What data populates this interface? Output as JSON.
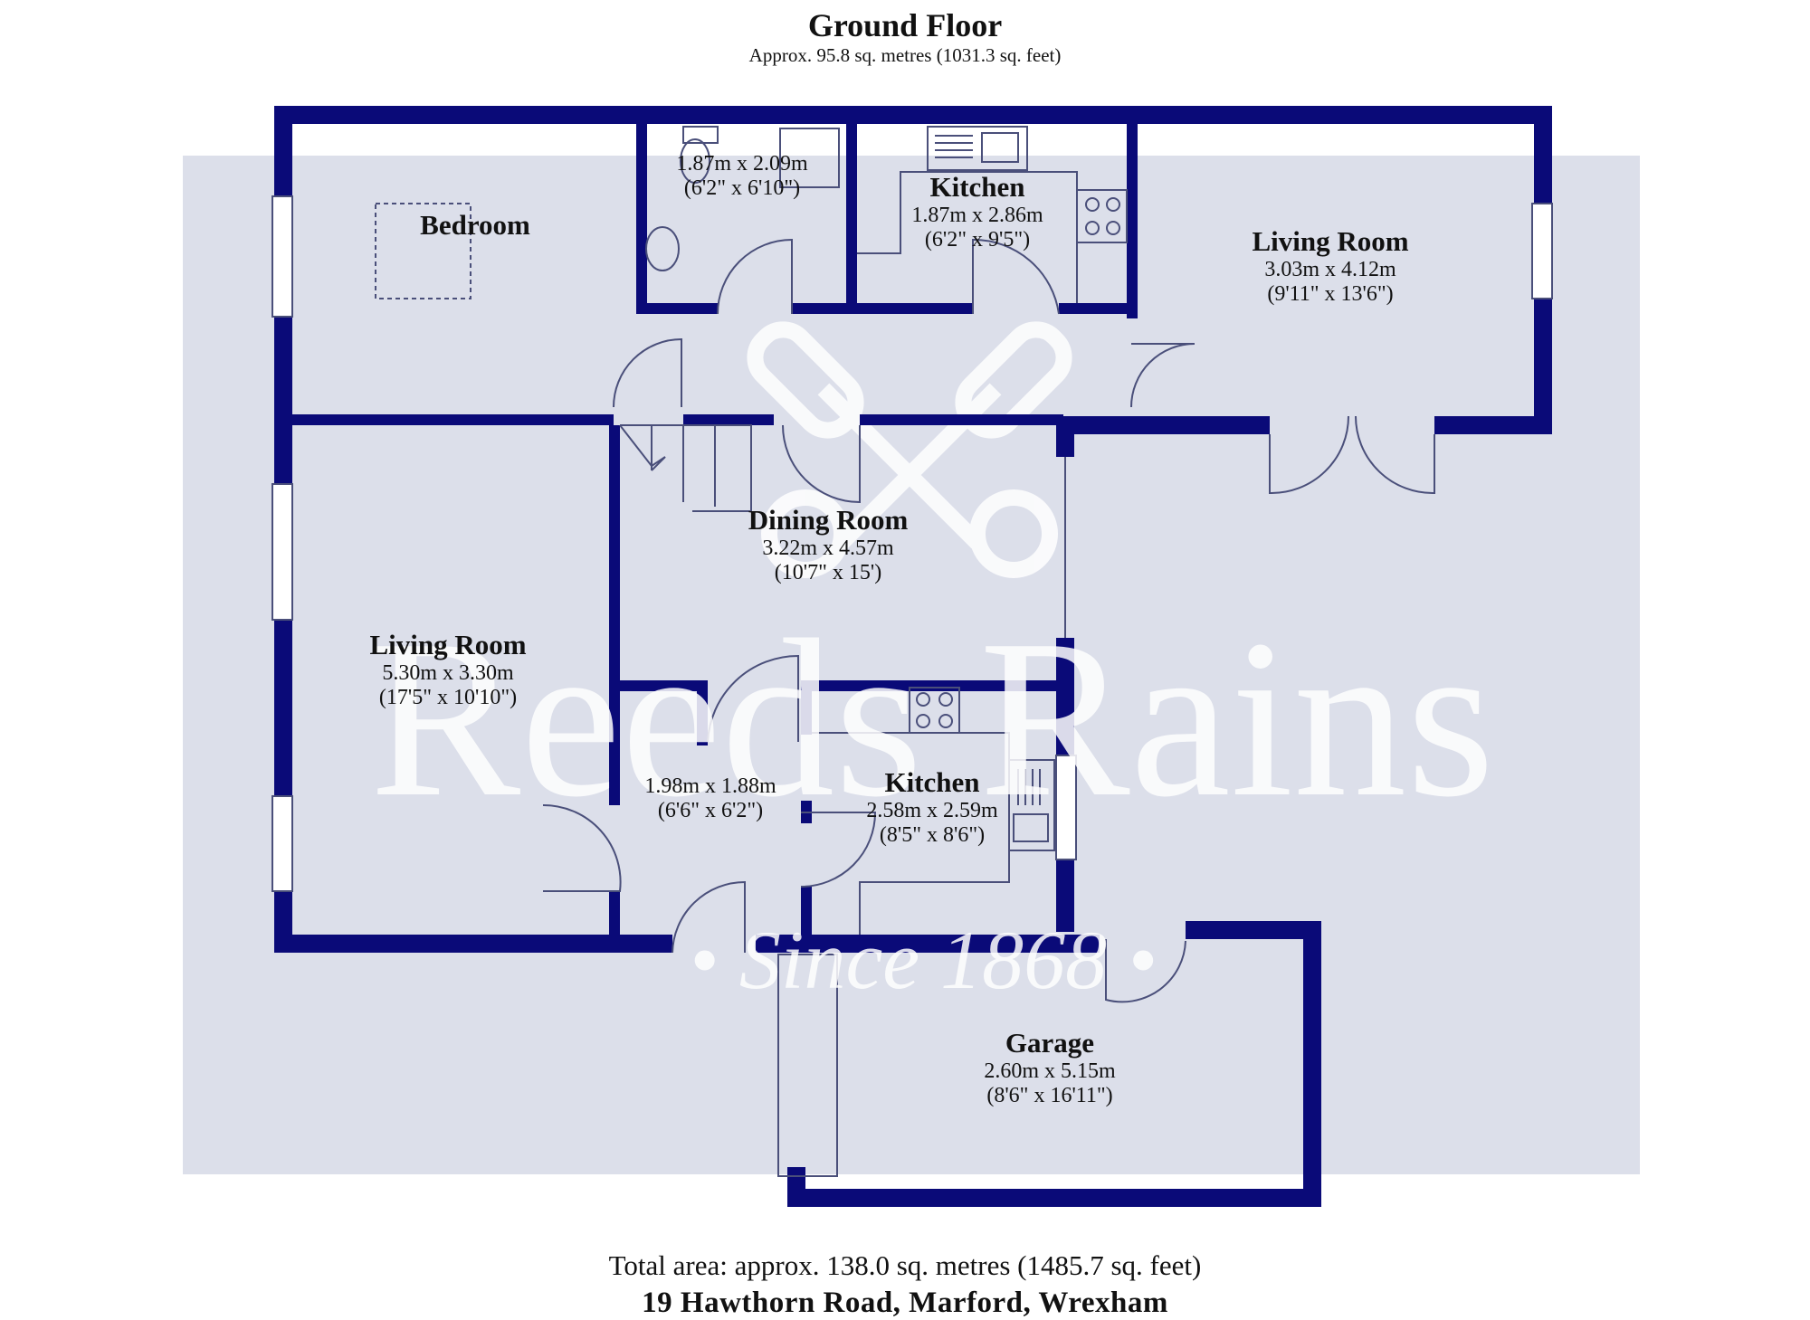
{
  "title": "Ground Floor",
  "subtitle": "Approx. 95.8 sq. metres (1031.3 sq. feet)",
  "rooms": [
    {
      "id": "bedroom",
      "name": "Bedroom",
      "dims": "",
      "imperial": ""
    },
    {
      "id": "bathroom",
      "name": "",
      "dims": "1.87m x 2.09m",
      "imperial": "(6'2\" x 6'10\")"
    },
    {
      "id": "kitchen-upper",
      "name": "Kitchen",
      "dims": "1.87m x 2.86m",
      "imperial": "(6'2\" x 9'5\")"
    },
    {
      "id": "living-room-right",
      "name": "Living Room",
      "dims": "3.03m x 4.12m",
      "imperial": "(9'11\" x 13'6\")"
    },
    {
      "id": "dining-room",
      "name": "Dining Room",
      "dims": "3.22m x 4.57m",
      "imperial": "(10'7\" x 15')"
    },
    {
      "id": "living-room-left",
      "name": "Living Room",
      "dims": "5.30m x 3.30m",
      "imperial": "(17'5\" x 10'10\")"
    },
    {
      "id": "hall",
      "name": "",
      "dims": "1.98m x 1.88m",
      "imperial": "(6'6\" x 6'2\")"
    },
    {
      "id": "kitchen-lower",
      "name": "Kitchen",
      "dims": "2.58m x 2.59m",
      "imperial": "(8'5\" x 8'6\")"
    },
    {
      "id": "garage",
      "name": "Garage",
      "dims": "2.60m x 5.15m",
      "imperial": "(8'6\" x 16'11\")"
    }
  ],
  "watermark": {
    "brand": "Reeds Rains",
    "tagline": "• Since 1868 •"
  },
  "footer": {
    "total_area": "Total area: approx. 138.0 sq. metres (1485.7 sq. feet)",
    "address": "19 Hawthorn Road, Marford, Wrexham"
  },
  "colors": {
    "wall": "#0a0a78",
    "floor": "#dcdfea",
    "fixture_line": "#4a4f7a",
    "text": "#111111",
    "watermark": "#ffffff"
  }
}
